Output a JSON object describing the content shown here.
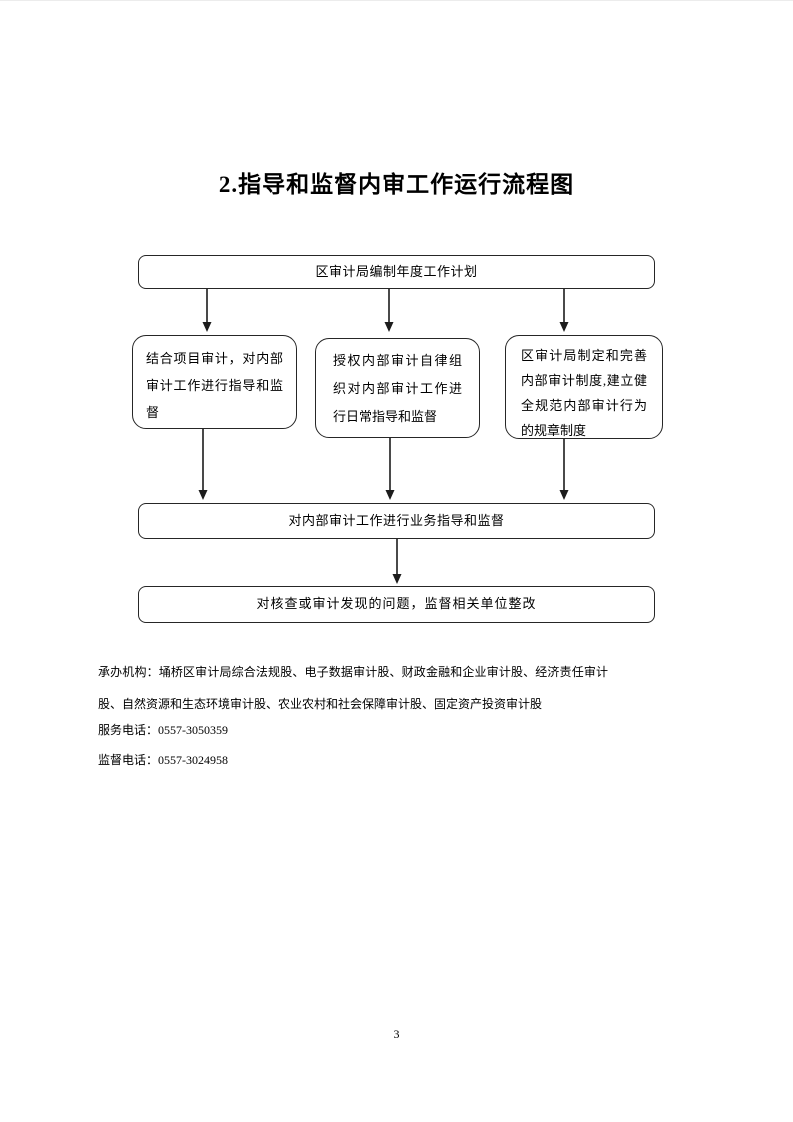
{
  "page": {
    "title": "2.指导和监督内审工作运行流程图",
    "page_number": "3"
  },
  "flowchart": {
    "top_box": "区审计局编制年度工作计划",
    "branch_boxes": [
      "结合项目审计，对内部审计工作进行指导和监督",
      "授权内部审计自律组织对内部审计工作进行日常指导和监督",
      "区审计局制定和完善内部审计制度,建立健全规范内部审计行为的规章制度"
    ],
    "merge_box": "对内部审计工作进行业务指导和监督",
    "final_box": "对核查或审计发现的问题，监督相关单位整改"
  },
  "footer_info": {
    "agencies": "承办机构：埇桥区审计局综合法规股、电子数据审计股、财政金融和企业审计股、经济责任审计股、自然资源和生态环境审计股、农业农村和社会保障审计股、固定资产投资审计股",
    "service_phone": "服务电话：0557-3050359",
    "supervision_phone": "监督电话：0557-3024958"
  },
  "colors": {
    "paper": "#ffffff",
    "ink": "#000000",
    "line": "#262626"
  }
}
